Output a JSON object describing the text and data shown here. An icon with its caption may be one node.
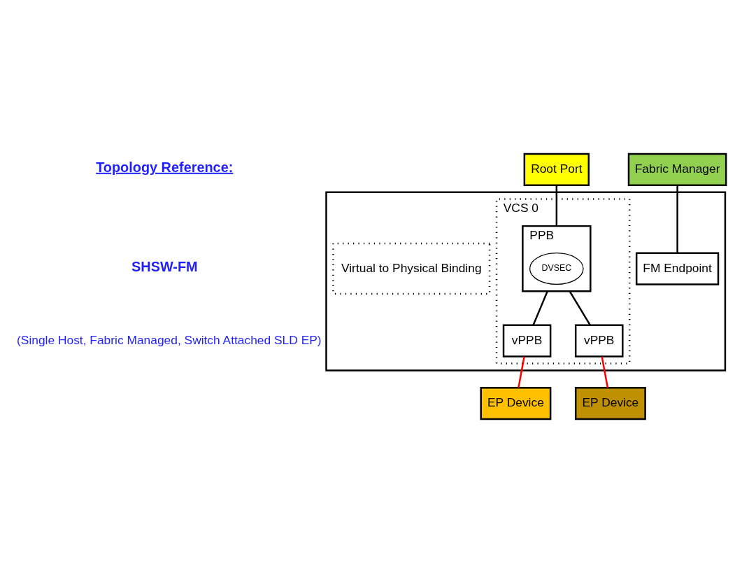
{
  "diagram": {
    "nodes": [
      {
        "text": [
          "Root Port"
        ]
      },
      {
        "text": [
          "Fabric Manager"
        ]
      },
      {
        "text": [],
        "shape": "box"
      },
      {
        "text": [
          "VCS 0"
        ],
        "in": 2
      },
      {
        "text": [
          "PPB"
        ],
        "in": 3
      },
      {
        "text": [
          "DVSEC"
        ],
        "in": 4
      },
      {
        "text": [
          "FM Endpoint"
        ],
        "in": 2
      },
      {
        "text": [
          "vPPB"
        ],
        "in": 3
      },
      {
        "text": [
          "vPPB"
        ],
        "in": 3
      },
      {
        "text": [
          "Virtual to Physical Binding"
        ],
        "in": 2
      },
      {
        "text": [
          "EP Device"
        ]
      },
      {
        "text": [
          "EP Device"
        ]
      }
    ],
    "edges": [
      {
        "from": 0,
        "to": 4,
        "arrow": "none"
      },
      {
        "from": 1,
        "to": 6,
        "arrow": "none"
      },
      {
        "from": 4,
        "to": 7,
        "arrow": "none"
      },
      {
        "from": 4,
        "to": 8,
        "arrow": "none"
      },
      {
        "from": 7,
        "to": 10,
        "arrow": "none",
        "color": "#ff0000"
      },
      {
        "from": 8,
        "to": 11,
        "arrow": "none",
        "color": "#ff0000"
      }
    ],
    "labels": [
      "Topology Reference:",
      "SHSW-FM",
      "(Single Host, Fabric Managed, Switch Attached SLD EP)"
    ]
  }
}
